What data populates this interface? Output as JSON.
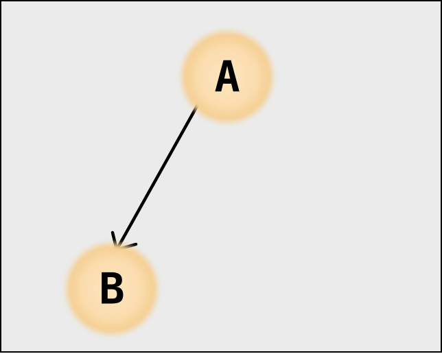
{
  "diagram": {
    "nodes": [
      {
        "id": "a",
        "label": "A"
      },
      {
        "id": "b",
        "label": "B"
      }
    ],
    "edges": [
      {
        "from": "a",
        "to": "b",
        "directed": true
      }
    ]
  },
  "colors": {
    "background": "#ebebeb",
    "border": "#000000",
    "node_core": "#fde6c2",
    "node_mid": "#f9d9a5",
    "node_edge": "#efc47f",
    "arrow": "#000000",
    "label": "#000000"
  }
}
